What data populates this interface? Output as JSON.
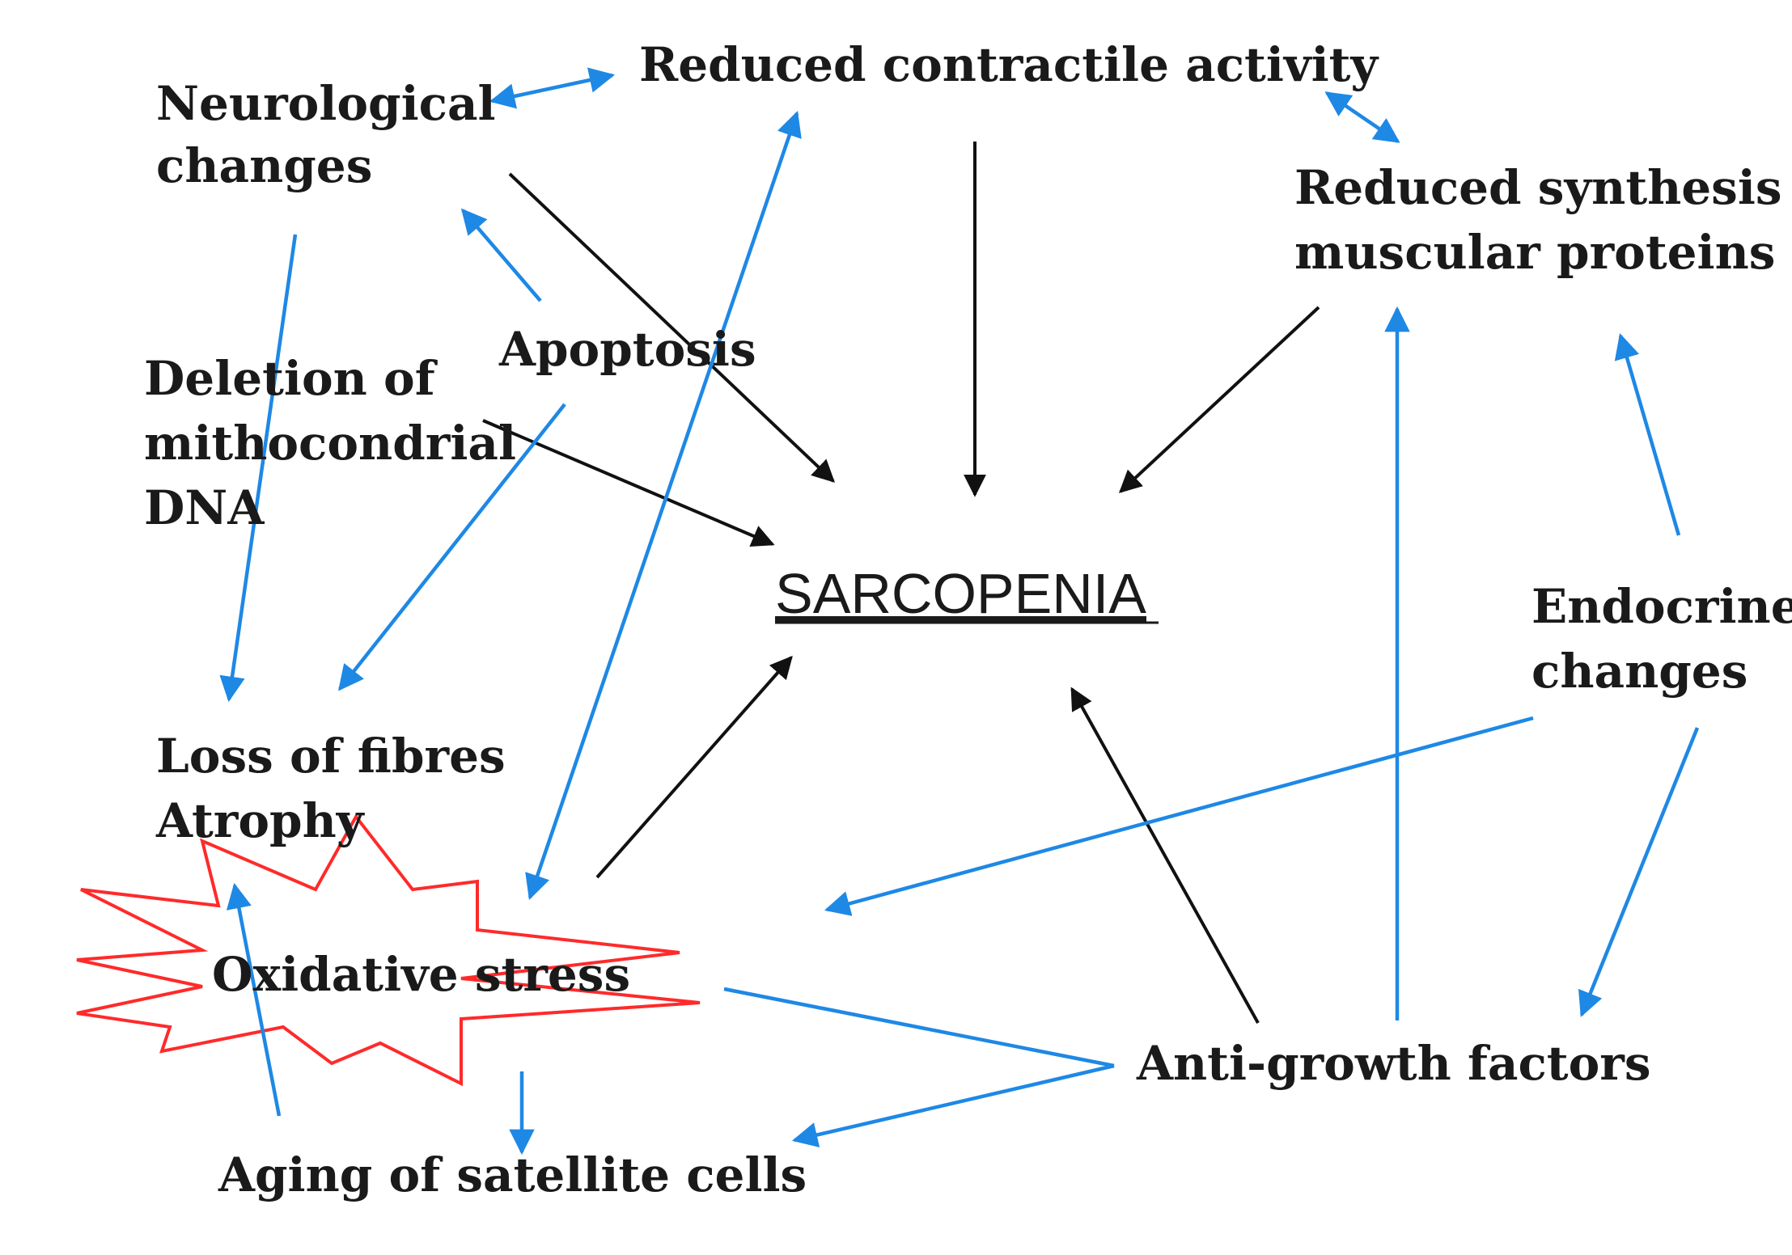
{
  "diagram": {
    "center": "SARCOPENIA",
    "nodes": {
      "reduced_contractile": [
        "Reduced contractile activity"
      ],
      "neurological": [
        "Neurological",
        "changes"
      ],
      "reduced_synthesis": [
        "Reduced synthesis of",
        "muscular proteins"
      ],
      "apoptosis": [
        "Apoptosis"
      ],
      "deletion_dna": [
        "Deletion of",
        "mithocondrial",
        "DNA"
      ],
      "endocrine": [
        "Endocrine",
        "changes"
      ],
      "loss_fibres": [
        "Loss of fibres",
        "Atrophy"
      ],
      "oxidative_stress": [
        "Oxidative stress"
      ],
      "anti_growth": [
        "Anti-growth factors"
      ],
      "aging_satellite": [
        "Aging of satellite cells"
      ]
    },
    "colors": {
      "causal_arrow": "#111111",
      "interaction_arrow": "#1e88e5",
      "stress_burst": "#ff2a2a"
    }
  }
}
